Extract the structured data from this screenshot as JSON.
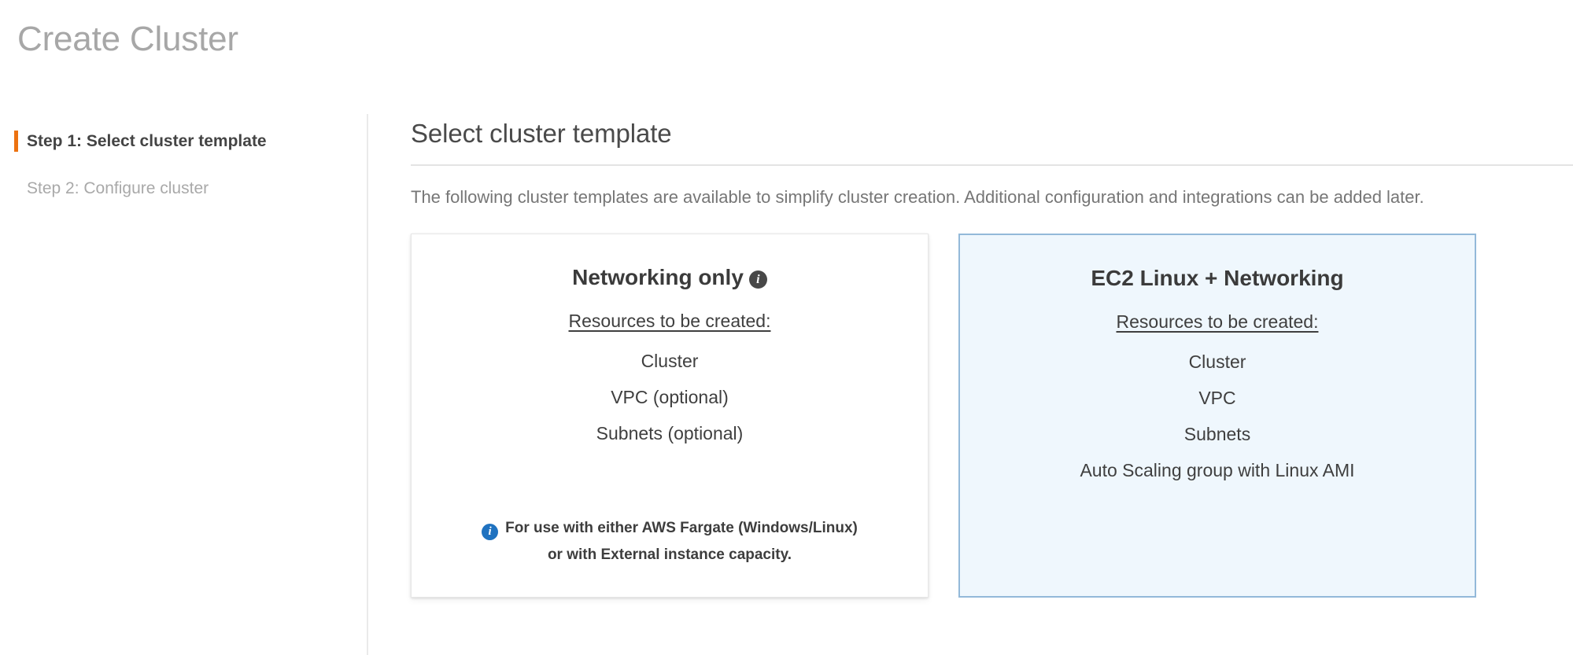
{
  "page": {
    "title": "Create Cluster"
  },
  "sidebar": {
    "steps": [
      {
        "label": "Step 1: Select cluster template",
        "state": "active"
      },
      {
        "label": "Step 2: Configure cluster",
        "state": "inactive"
      }
    ]
  },
  "content": {
    "heading": "Select cluster template",
    "description": "The following cluster templates are available to simplify cluster creation. Additional configuration and integrations can be added later.",
    "resources_label": "Resources to be created:"
  },
  "cards": [
    {
      "title": "Networking only",
      "has_info_icon": true,
      "info_icon_glyph": "i",
      "subtitle": "Resources to be created:",
      "items": [
        "Cluster",
        "VPC (optional)",
        "Subnets (optional)"
      ],
      "note_line1": "For use with either AWS Fargate (Windows/Linux)",
      "note_line2": "or with External instance capacity.",
      "note_icon_glyph": "i",
      "selected": false
    },
    {
      "title": "EC2 Linux + Networking",
      "has_info_icon": false,
      "subtitle": "Resources to be created:",
      "items": [
        "Cluster",
        "VPC",
        "Subnets",
        "Auto Scaling group with Linux AMI"
      ],
      "selected": true
    }
  ],
  "colors": {
    "accent_orange": "#ec7211",
    "selected_card_bg": "#eff7fd",
    "selected_card_border": "#93b9d9",
    "info_blue": "#1f72c0",
    "title_gray": "#a7a7a7"
  }
}
